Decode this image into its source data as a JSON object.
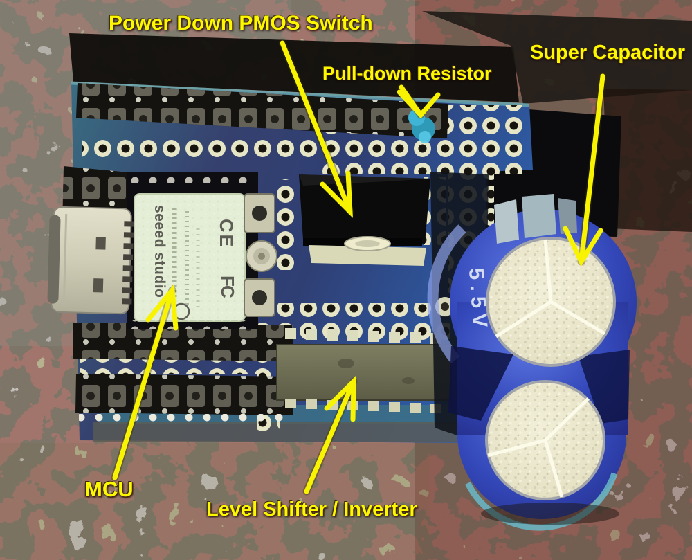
{
  "annotations": {
    "power_down_pmos_switch": "Power Down PMOS Switch",
    "pull_down_resistor": "Pull-down Resistor",
    "super_capacitor": "Super Capacitor",
    "mcu": "MCU",
    "level_shifter_inverter": "Level Shifter / Inverter"
  },
  "silkscreen": {
    "mcu_module_brand": "seeed studio",
    "ce_mark": "CE",
    "fcc_mark": "FC",
    "capacitor_marking": "5.5V"
  },
  "colors": {
    "annotation_yellow": "#f8f300",
    "pcb_blue": "#31477c",
    "pcb_teal": "#3a7082",
    "capacitor_blue": "#3c55c4",
    "disc_silver": "#e9e5cb",
    "background_gray": "#87867c",
    "background_olive": "#6f6e3e",
    "background_maroon": "#5c2a20"
  }
}
